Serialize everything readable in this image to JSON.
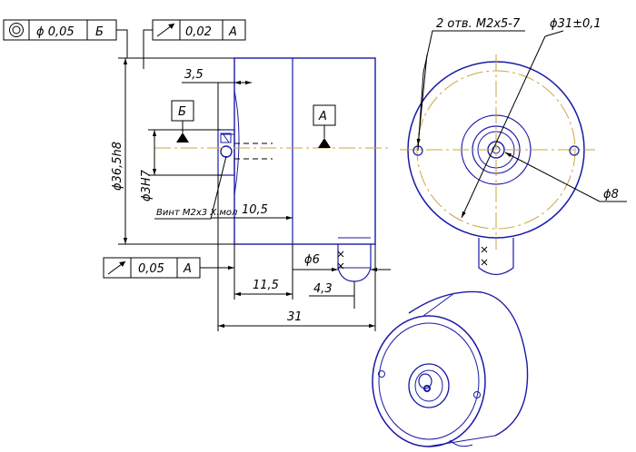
{
  "frames": {
    "top_left": {
      "symbol": "runout-concentric-icon",
      "value": "ϕ 0,05",
      "datum": "Б"
    },
    "top_mid": {
      "value": "0,02",
      "datum": "A"
    },
    "bottom_left": {
      "value": "0,05",
      "datum": "A"
    }
  },
  "datums": {
    "b": "Б",
    "a": "A"
  },
  "dimensions": {
    "d_3_5": "3,5",
    "d_36_5h8": "ϕ36,5h8",
    "d_3H7": "ϕ3H7",
    "screw_note": "Винт M2x3 Х.мол",
    "d_10_5": "10,5",
    "d_11_5": "11,5",
    "d_31": "31",
    "d_phi6": "ϕ6",
    "d_4_3": "4,3"
  },
  "front_view": {
    "holes_note": "2 отв. M2x5-7",
    "d_31_tol": "ϕ31±0,1",
    "d_phi8": "ϕ8"
  },
  "colors": {
    "outline": "#1a1aa6",
    "centerline": "#c9a640",
    "dims": "#000000"
  }
}
